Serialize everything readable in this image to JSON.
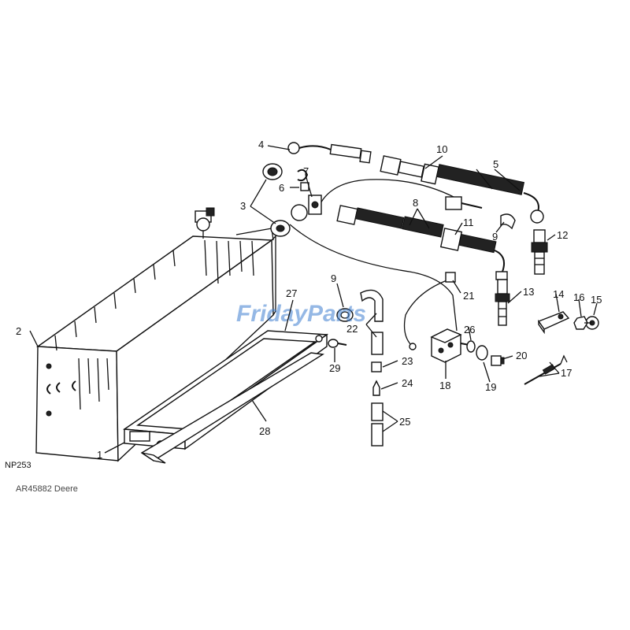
{
  "diagram": {
    "drawing_code": "NP253",
    "reference": "AR45882 Deere",
    "watermark": "FridayParts",
    "callouts": [
      "1",
      "2",
      "3",
      "4",
      "5",
      "6",
      "7",
      "8",
      "9",
      "9",
      "10",
      "11",
      "12",
      "13",
      "14",
      "15",
      "16",
      "17",
      "18",
      "19",
      "20",
      "21",
      "22",
      "23",
      "24",
      "25",
      "26",
      "27",
      "28",
      "29"
    ]
  }
}
